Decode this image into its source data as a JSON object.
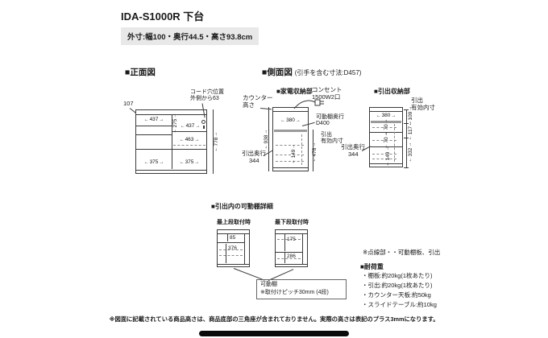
{
  "page": {
    "title": "IDA-S1000R 下台",
    "outer_size": "外寸:幅100・奥行44.5・高さ93.8cm",
    "bottom_note": "※図面に記載されている商品高さは、商品底部の三角座が含まれておりません。実際の高さは表記のプラス3mmになります。"
  },
  "colors": {
    "line": "#3a3a3a",
    "counter_band": "#9a9a9a",
    "size_box_bg": "#e8e8e8",
    "home_indicator": "#0a0a0a"
  },
  "front_view": {
    "heading": "■正面図",
    "top_left": "107",
    "cord_note_1": "コード穴位置",
    "cord_note_2": "外側から63",
    "top_opening_w": "437",
    "right_top_h": "275",
    "right_top_w": "437",
    "slide_w": "463",
    "total_h": "778",
    "bottom_left_w": "375",
    "bottom_right_w": "375"
  },
  "side_view": {
    "heading": "■側面図",
    "heading_note": "(引手を含む寸法:D457)",
    "appliance": {
      "label": "■家電収納部",
      "counter_1": "カウンター",
      "counter_2": "高さ",
      "outlet_1": "コンセント",
      "outlet_2": "1500W2口",
      "top_w": "380",
      "total_h": "938",
      "shelf_depth_1": "可動棚奥行",
      "shelf_depth_2": "D400",
      "eff_1": "引出",
      "eff_2": "有効内寸",
      "eff_h": "478",
      "inner_h": "149",
      "drawer_depth_label": "引出奥行",
      "drawer_depth": "344"
    },
    "drawer": {
      "label": "■引出収納部",
      "eff_1": "引出",
      "eff_2": "有効内寸",
      "top_w": "380",
      "d1": "70",
      "d2": "70",
      "r1": "109",
      "r2": "117",
      "r3": "332",
      "inner_h": "149",
      "drawer_depth_label": "引出奥行",
      "drawer_depth": "344"
    }
  },
  "shelf_detail": {
    "heading": "■引出内の可動棚詳細",
    "left_label": "最上段取付時",
    "right_label": "最下段取付時",
    "left_top": "85",
    "left_bottom": "376",
    "right_top": "175",
    "right_bottom": "286",
    "callout_1": "可動棚",
    "callout_2": "※取付けピッチ30mm (4段)"
  },
  "notes": {
    "dotted": "※点線部・・可動棚板、引出",
    "load_heading": "■耐荷重",
    "items": [
      "・棚板:約20kg(1枚あたり)",
      "・引出:約20kg(1枚あたり)",
      "・カウンター天板:約50kg",
      "・スライドテーブル:約10kg"
    ]
  }
}
